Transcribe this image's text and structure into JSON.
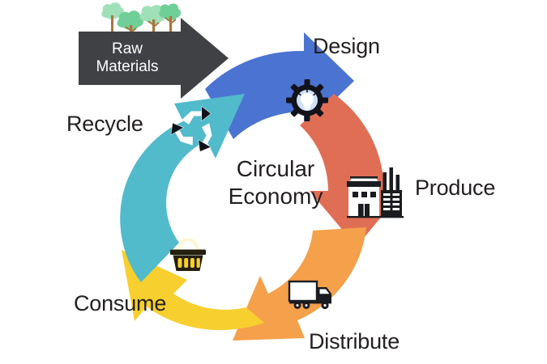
{
  "diagram": {
    "title": "Circular Economy",
    "center_line1": "Circular",
    "center_line2": "Economy",
    "background_color": "#ffffff",
    "text_color": "#231f20"
  },
  "input_arrow": {
    "name": "raw-materials-arrow",
    "line1": "Raw",
    "line2": "Materials",
    "color": "#3f4145",
    "text_color": "#ffffff",
    "direction": "right",
    "decoration_icon": "trees-icon",
    "tree_foliage_light": "#9fe0b9",
    "tree_foliage_mid": "#6fcf97",
    "tree_trunk": "#a9763f"
  },
  "stages": [
    {
      "key": "design",
      "label": "Design",
      "color": "#4b73d1",
      "icon": "gear-lightbulb-icon",
      "position": "top"
    },
    {
      "key": "produce",
      "label": "Produce",
      "color": "#e06e55",
      "icon": "factory-icon",
      "position": "right"
    },
    {
      "key": "distribute",
      "label": "Distribute",
      "color": "#f5a04a",
      "icon": "truck-icon",
      "position": "bottom"
    },
    {
      "key": "consume",
      "label": "Consume",
      "color": "#f7cf2e",
      "icon": "shopping-basket-icon",
      "position": "bottom-left"
    },
    {
      "key": "recycle",
      "label": "Recycle",
      "color": "#51bacb",
      "icon": "recycle-icon",
      "position": "top-left"
    }
  ]
}
